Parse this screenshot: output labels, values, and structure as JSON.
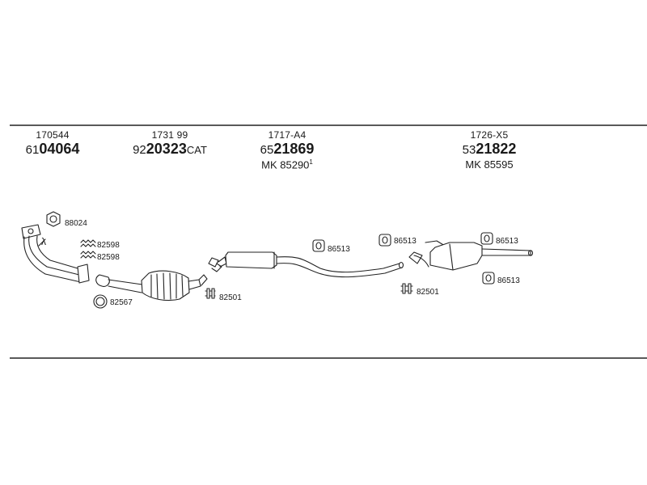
{
  "groups": [
    {
      "code": "170544",
      "part_prefix": "61",
      "part_main": "04064",
      "part_suffix": "",
      "mk": ""
    },
    {
      "code": "1731 99",
      "part_prefix": "92",
      "part_main": "20323",
      "part_suffix": "CAT",
      "mk": ""
    },
    {
      "code": "1717-A4",
      "part_prefix": "65",
      "part_main": "21869",
      "part_suffix": "",
      "mk": "MK  85290",
      "mk_sup": "1"
    },
    {
      "code": "1726-X5",
      "part_prefix": "53",
      "part_main": "21822",
      "part_suffix": "",
      "mk": "MK  85595"
    }
  ],
  "lambda": "λ",
  "labels": {
    "gasket_88024": "88024",
    "bolt_82598_a": "82598",
    "bolt_82598_b": "82598",
    "ring_82567": "82567",
    "clamp_82501_a": "82501",
    "hanger_86513_a": "86513",
    "hanger_86513_b": "86513",
    "clamp_82501_b": "82501",
    "hanger_86513_c": "86513",
    "hanger_86513_d": "86513"
  }
}
